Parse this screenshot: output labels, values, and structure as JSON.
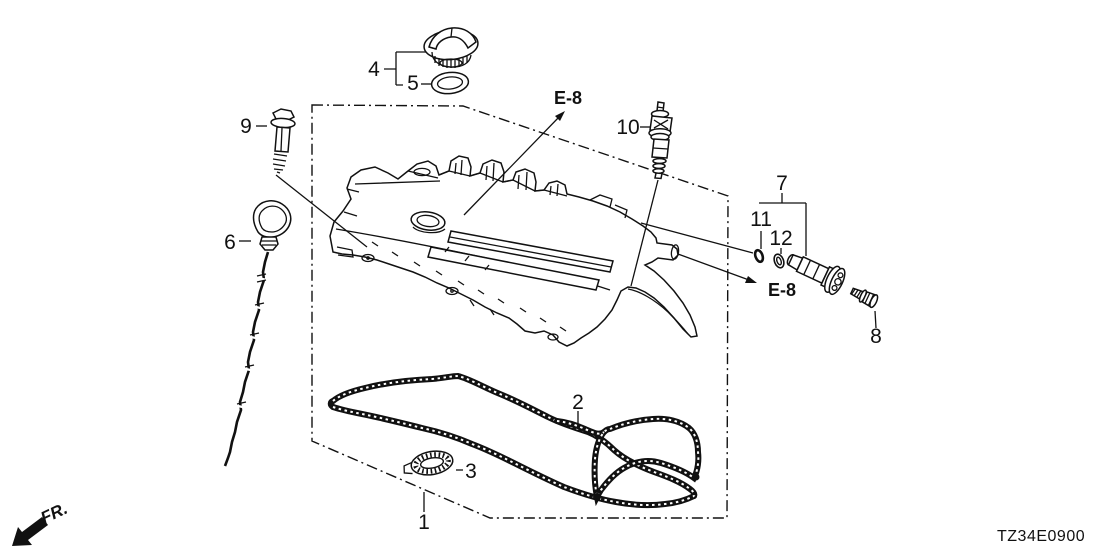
{
  "diagram": {
    "background_color": "#ffffff",
    "ink_color": "#111111",
    "code": "TZ34E0900",
    "direction_label": "FR.",
    "ref_top": "E-8",
    "ref_bottom": "E-8",
    "callouts": [
      {
        "num": "1"
      },
      {
        "num": "2"
      },
      {
        "num": "3"
      },
      {
        "num": "4"
      },
      {
        "num": "5"
      },
      {
        "num": "6"
      },
      {
        "num": "7"
      },
      {
        "num": "8"
      },
      {
        "num": "9"
      },
      {
        "num": "10"
      },
      {
        "num": "11"
      },
      {
        "num": "12"
      }
    ]
  }
}
